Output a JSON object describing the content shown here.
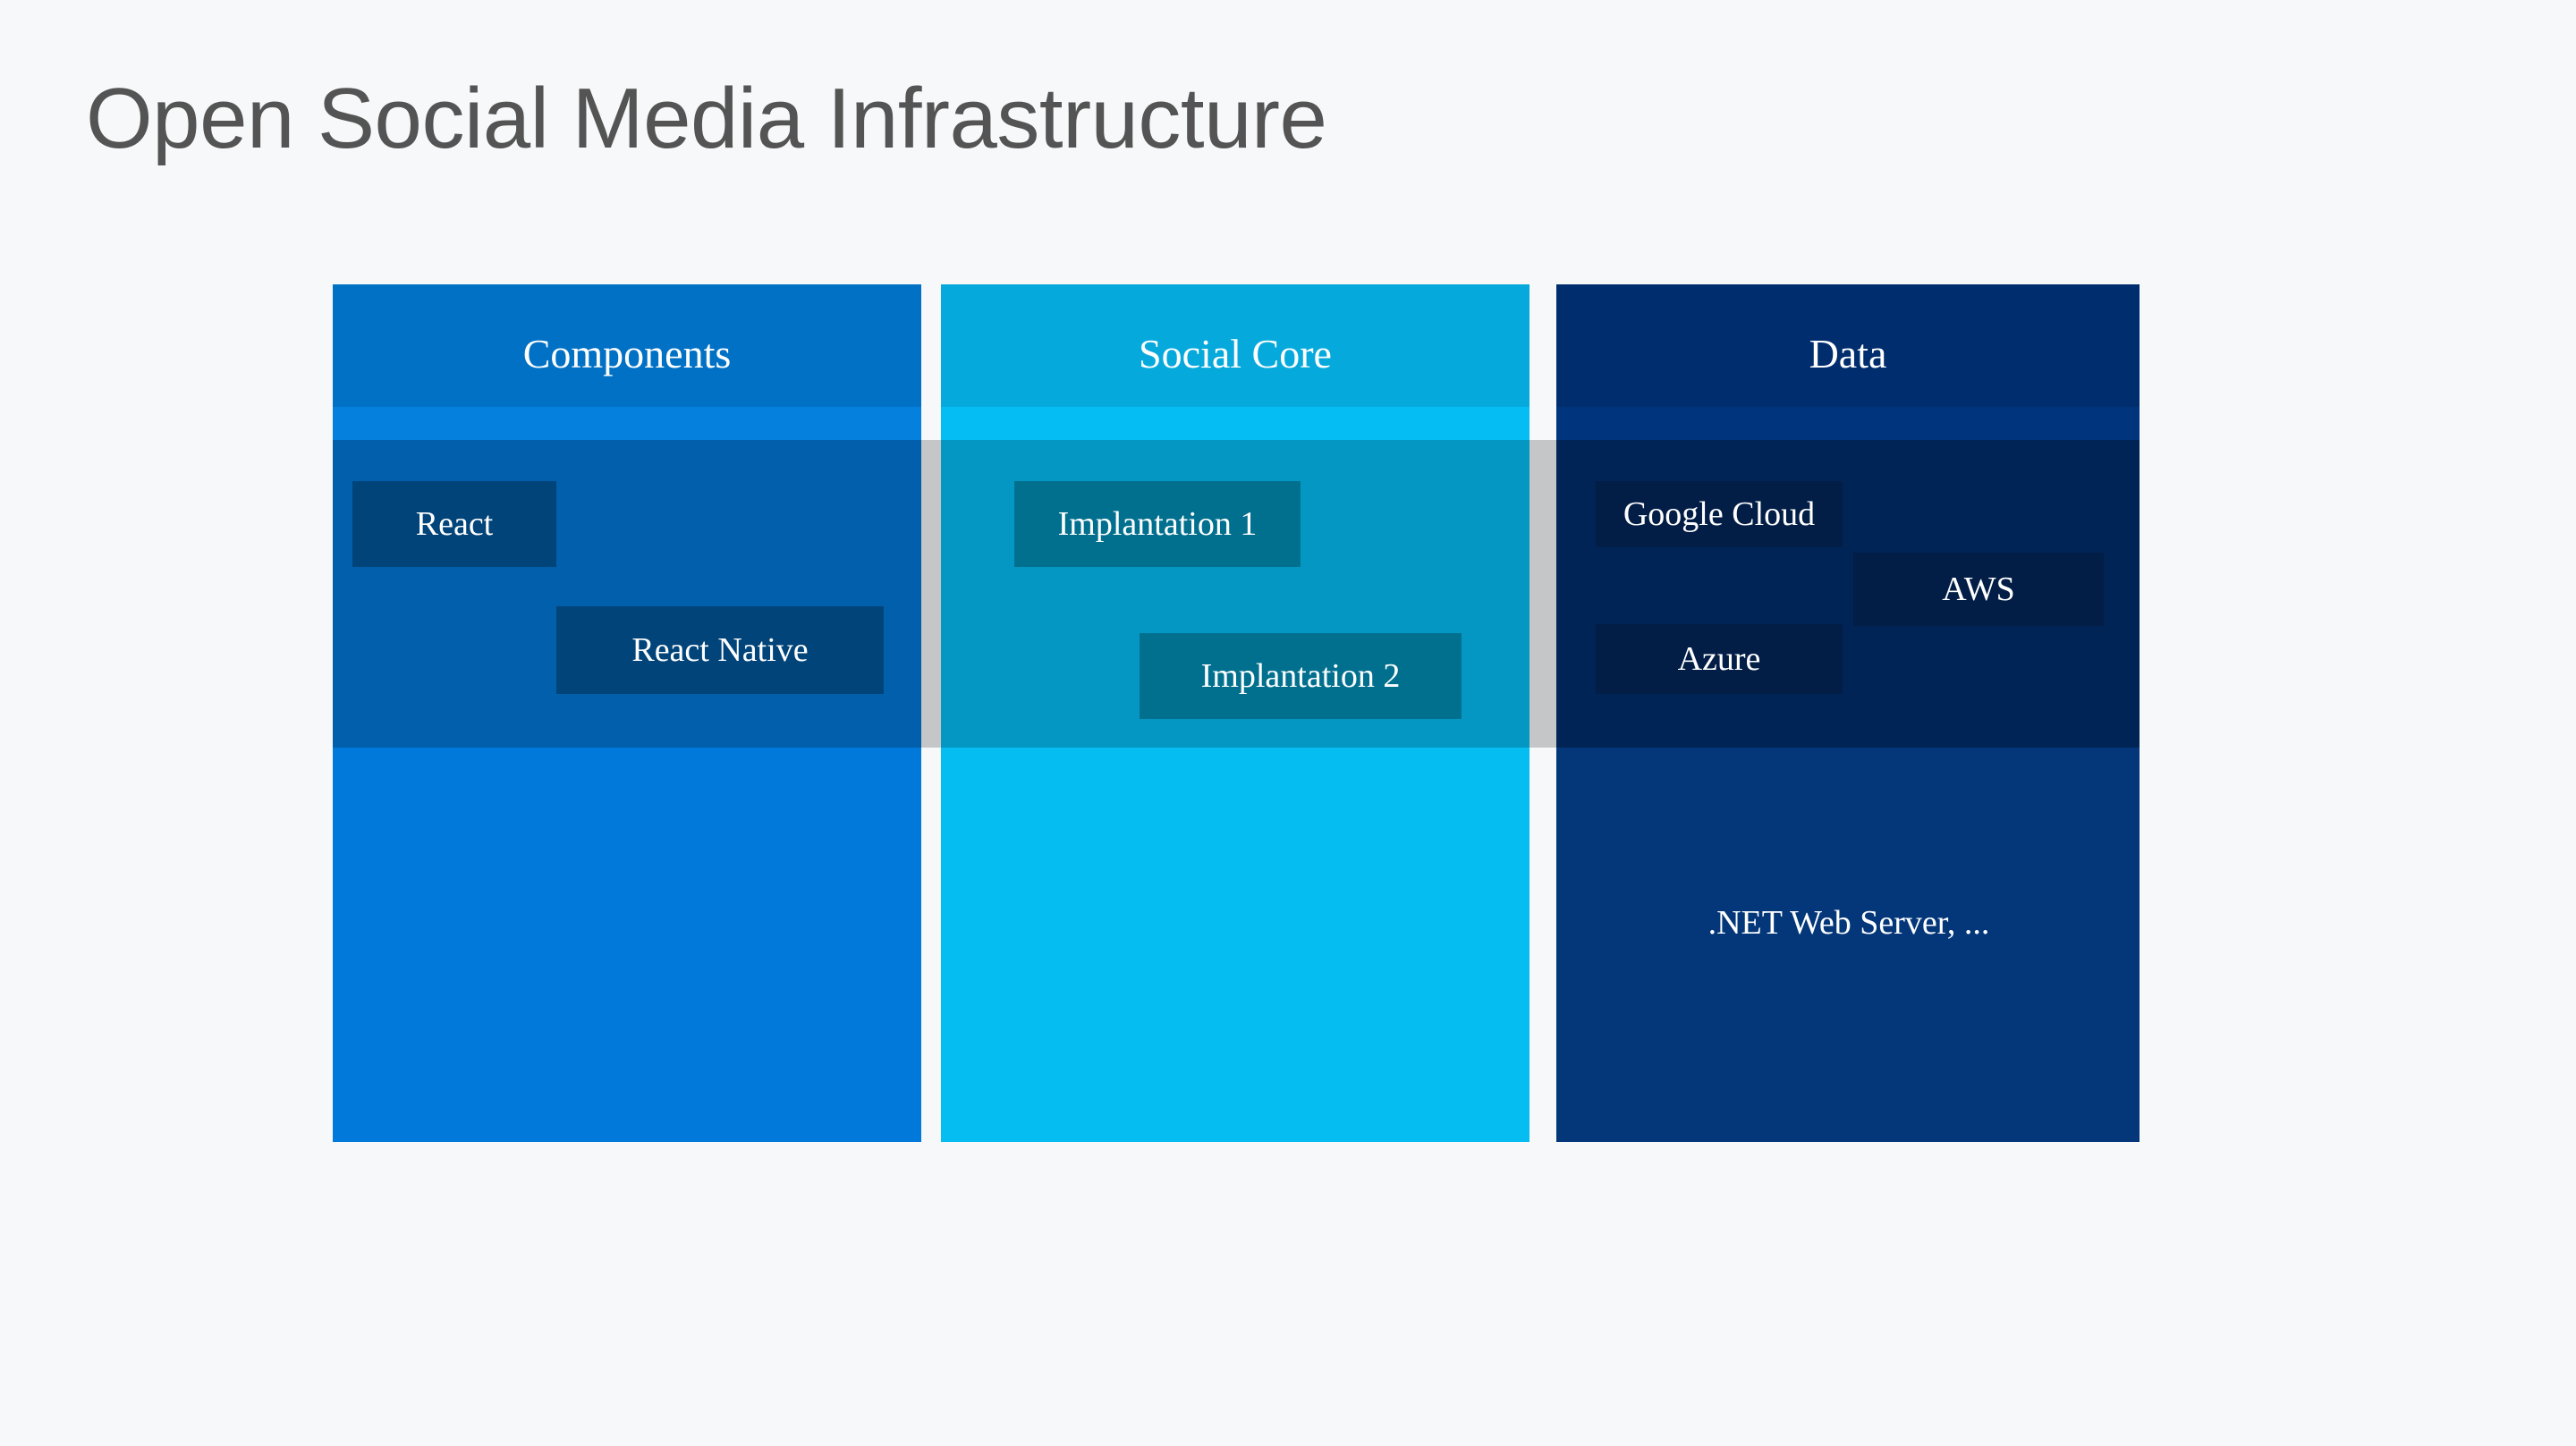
{
  "slide": {
    "title": "Open Social Media Infrastructure",
    "background_color": "#f7f8f9",
    "title_color": "#545454",
    "separator_color": "#c4c6c8"
  },
  "columns": [
    {
      "id": "components",
      "title": "Components",
      "colors": {
        "header": "#0171c5",
        "strip": "#0680dd",
        "middle": "#015fab",
        "footer": "#0179da",
        "box": "#014479"
      },
      "items": [
        {
          "id": "react",
          "label": "React"
        },
        {
          "id": "react-native",
          "label": "React Native"
        }
      ]
    },
    {
      "id": "social-core",
      "title": "Social Core",
      "colors": {
        "header": "#06a9dc",
        "strip": "#05bdf3",
        "middle": "#0497c4",
        "footer": "#06bdf2",
        "box": "#01708f"
      },
      "items": [
        {
          "id": "implantation-1",
          "label": "Implantation 1"
        },
        {
          "id": "implantation-2",
          "label": "Implantation 2"
        }
      ]
    },
    {
      "id": "data",
      "title": "Data",
      "colors": {
        "header": "#002d6e",
        "strip": "#00347c",
        "middle": "#002456",
        "footer": "#033779",
        "box": "#021d46"
      },
      "items": [
        {
          "id": "google-cloud",
          "label": "Google Cloud"
        },
        {
          "id": "aws",
          "label": "AWS"
        },
        {
          "id": "azure",
          "label": "Azure"
        },
        {
          "id": "dotnet-web-server",
          "label": ".NET Web Server, ..."
        }
      ]
    }
  ]
}
